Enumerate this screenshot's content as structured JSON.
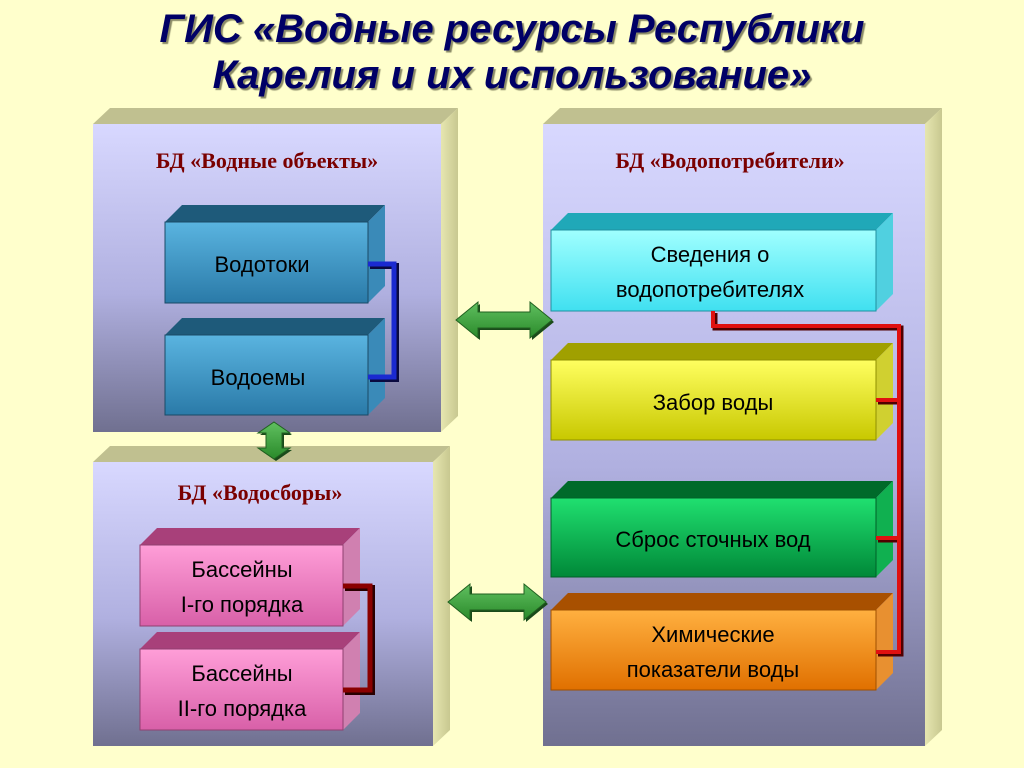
{
  "title": {
    "line1": "ГИС «Водные ресурсы Республики",
    "line2": "Карелия и их использование»"
  },
  "panels": {
    "water_objects": {
      "title": "БД «Водные объекты»",
      "items": [
        {
          "lines": [
            "Водотоки"
          ]
        },
        {
          "lines": [
            "Водоемы"
          ]
        }
      ]
    },
    "watersheds": {
      "title": "БД «Водосборы»",
      "items": [
        {
          "lines": [
            "Бассейны",
            "I-го порядка"
          ]
        },
        {
          "lines": [
            "Бассейны",
            "II-го порядка"
          ]
        }
      ]
    },
    "water_consumers": {
      "title": "БД «Водопотребители»",
      "items": [
        {
          "lines": [
            "Сведения о",
            "водопотребителях"
          ]
        },
        {
          "lines": [
            "Забор воды"
          ]
        },
        {
          "lines": [
            "Сброс сточных вод"
          ]
        },
        {
          "lines": [
            "Химические",
            "показатели воды"
          ]
        }
      ]
    }
  },
  "colors": {
    "background": "#ffffcc",
    "panel_front": "#b8b8e6",
    "panel_side": "#dcdca8",
    "arrow": "#3a9a3a",
    "bracket_blue": "#1a2ad0",
    "bracket_darkred": "#8a0000",
    "connector_red": "#e01010"
  }
}
